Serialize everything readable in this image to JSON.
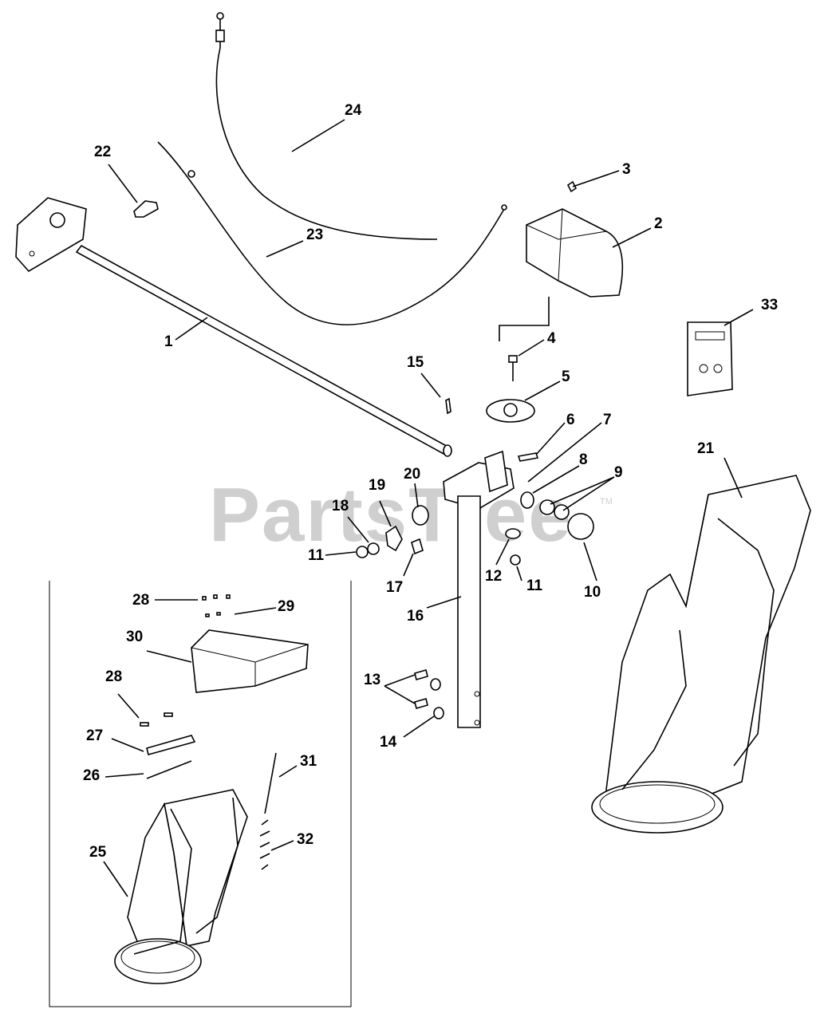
{
  "watermark": {
    "text": "PartsTree",
    "trademark": "TM"
  },
  "callouts": [
    {
      "id": "c1",
      "text": "1"
    },
    {
      "id": "c2",
      "text": "2"
    },
    {
      "id": "c3",
      "text": "3"
    },
    {
      "id": "c4",
      "text": "4"
    },
    {
      "id": "c5",
      "text": "5"
    },
    {
      "id": "c6",
      "text": "6"
    },
    {
      "id": "c7",
      "text": "7"
    },
    {
      "id": "c8",
      "text": "8"
    },
    {
      "id": "c9",
      "text": "9"
    },
    {
      "id": "c10",
      "text": "10"
    },
    {
      "id": "c11a",
      "text": "11"
    },
    {
      "id": "c11b",
      "text": "11"
    },
    {
      "id": "c12",
      "text": "12"
    },
    {
      "id": "c13",
      "text": "13"
    },
    {
      "id": "c14",
      "text": "14"
    },
    {
      "id": "c15",
      "text": "15"
    },
    {
      "id": "c16",
      "text": "16"
    },
    {
      "id": "c17",
      "text": "17"
    },
    {
      "id": "c18",
      "text": "18"
    },
    {
      "id": "c19",
      "text": "19"
    },
    {
      "id": "c20",
      "text": "20"
    },
    {
      "id": "c21",
      "text": "21"
    },
    {
      "id": "c22",
      "text": "22"
    },
    {
      "id": "c23",
      "text": "23"
    },
    {
      "id": "c24",
      "text": "24"
    },
    {
      "id": "c25",
      "text": "25"
    },
    {
      "id": "c26",
      "text": "26"
    },
    {
      "id": "c27",
      "text": "27"
    },
    {
      "id": "c28a",
      "text": "28"
    },
    {
      "id": "c28b",
      "text": "28"
    },
    {
      "id": "c29",
      "text": "29"
    },
    {
      "id": "c30",
      "text": "30"
    },
    {
      "id": "c31",
      "text": "31"
    },
    {
      "id": "c32",
      "text": "32"
    },
    {
      "id": "c33",
      "text": "33"
    }
  ]
}
